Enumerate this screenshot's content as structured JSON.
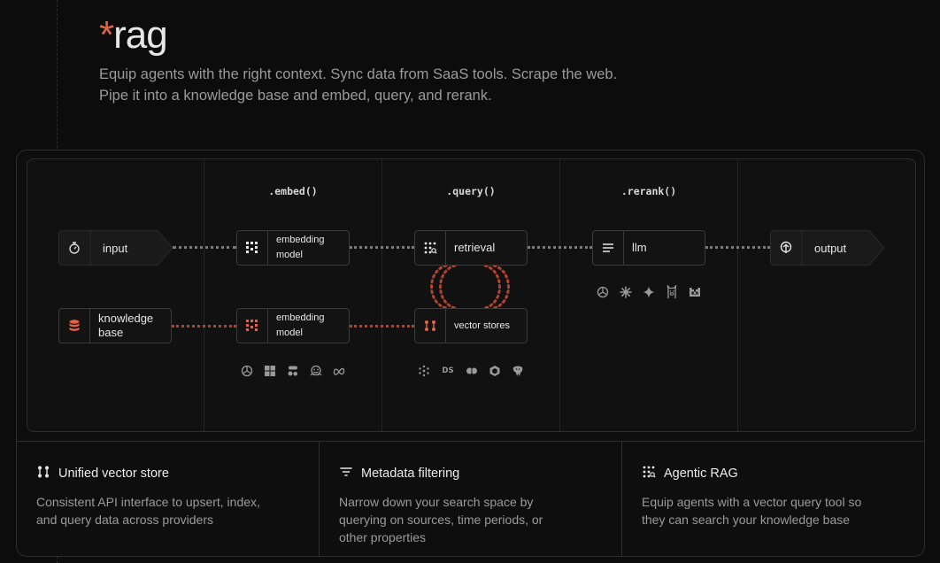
{
  "header": {
    "star": "*",
    "title": "rag",
    "description_line1": "Equip agents with the right context. Sync data from SaaS tools. Scrape the web.",
    "description_line2": "Pipe it into a knowledge base and embed, query, and rerank."
  },
  "diagram": {
    "stages": [
      ".embed()",
      ".query()",
      ".rerank()"
    ],
    "nodes": {
      "input": "input",
      "embedding_model_top": "embedding model",
      "retrieval": "retrieval",
      "llm": "llm",
      "output": "output",
      "knowledge_base": "knowledge base",
      "embedding_model_bottom": "embedding model",
      "vector_stores": "vector stores"
    },
    "embed_logos": [
      "openai-logo",
      "microsoft-logo",
      "cohere-logo",
      "huggingface-logo",
      "meta-logo"
    ],
    "vector_logos": [
      "chroma-logo",
      "datastax-logo",
      "pinecone-logo",
      "qdrant-logo",
      "postgres-logo"
    ],
    "vector_logo_ds": "DS",
    "llm_logos": [
      "openai-logo",
      "anthropic-logo",
      "gemini-logo",
      "llama-logo",
      "mistral-logo"
    ],
    "colors": {
      "accent": "#e5624a",
      "dotted_gray": "#7a7a7a",
      "dotted_orange": "#b4432e"
    }
  },
  "features": [
    {
      "title": "Unified vector store",
      "description": "Consistent API interface to upsert, index, and query data across providers",
      "icon": "unified-store-icon"
    },
    {
      "title": "Metadata filtering",
      "description": "Narrow down your search space by querying on sources, time periods, or other properties",
      "icon": "filter-icon"
    },
    {
      "title": "Agentic RAG",
      "description": "Equip agents with a vector query tool so they can search your knowledge base",
      "icon": "agentic-icon"
    }
  ]
}
